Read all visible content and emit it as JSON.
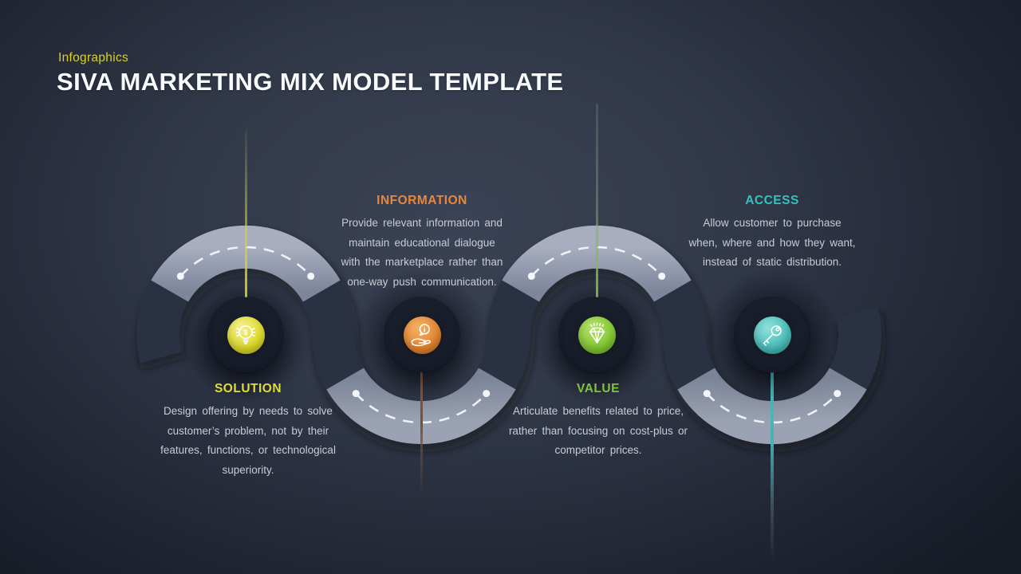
{
  "slide": {
    "eyebrow": "Infographics",
    "title": "SIVA MARKETING MIX MODEL TEMPLATE"
  },
  "road": {
    "style": "winding-road-with-dashed-centerline",
    "dark_color": "#2a3142",
    "light_color": "#8f97a9",
    "dash_color": "#eef1f5"
  },
  "items": [
    {
      "id": "solution",
      "label": "SOLUTION",
      "description": "Design offering by needs to solve\ncustomer’s problem, not by their\nfeatures, functions, or technological\nsuperiority.",
      "accent": "#e0dc39",
      "icon": "bulb-dollar-icon",
      "text_position": "below"
    },
    {
      "id": "information",
      "label": "INFORMATION",
      "description": "Provide relevant information and\nmaintain educational dialogue\nwith the marketplace rather than\none-way push communication.",
      "accent": "#e6873d",
      "icon": "hand-info-icon",
      "text_position": "above"
    },
    {
      "id": "value",
      "label": "VALUE",
      "description": "Articulate benefits related to price,\nrather than focusing on cost-plus or\ncompetitor prices.",
      "accent": "#7dc43e",
      "icon": "diamond-icon",
      "text_position": "below"
    },
    {
      "id": "access",
      "label": "ACCESS",
      "description": "Allow customer to purchase\nwhen, where and how they want,\ninstead of static distribution.",
      "accent": "#38c0bd",
      "icon": "key-icon",
      "text_position": "above"
    }
  ]
}
